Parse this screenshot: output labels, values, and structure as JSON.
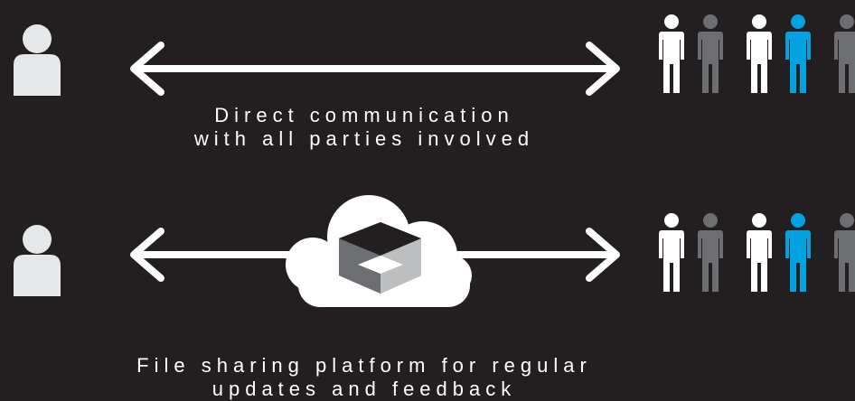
{
  "colors": {
    "background": "#231f20",
    "person_white": "#ffffff",
    "person_gray": "#6d6e71",
    "person_blue": "#00a3e0",
    "single_person": "#e6e7e8",
    "arrow": "#ffffff",
    "cloud": "#ffffff"
  },
  "rows": [
    {
      "caption_lines": [
        "Direct communication",
        "with all parties involved"
      ],
      "left_icon": "single-person-icon",
      "connector": "double-arrow",
      "group_colors": [
        "white",
        "gray",
        "white",
        "blue",
        "gray"
      ]
    },
    {
      "caption_lines": [
        "File sharing platform for regular",
        "updates and feedback"
      ],
      "left_icon": "single-person-icon",
      "connector": "double-arrow-through-cloud",
      "center_icon": "cloud-box-icon",
      "group_colors": [
        "white",
        "gray",
        "white",
        "blue",
        "gray"
      ]
    }
  ]
}
